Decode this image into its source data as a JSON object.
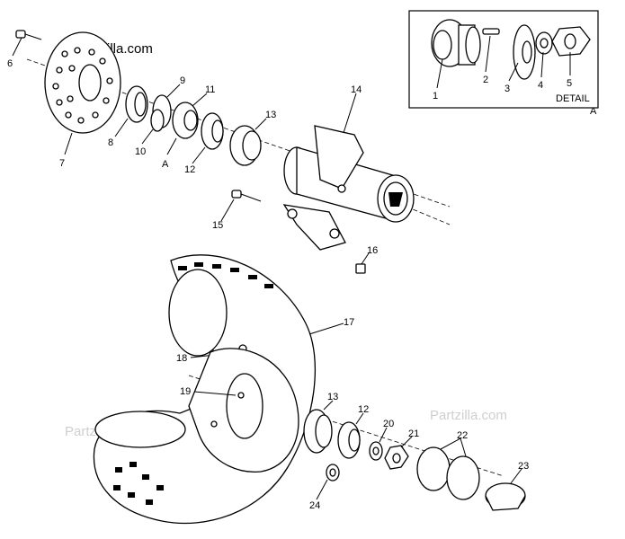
{
  "watermark": {
    "main": "Partzilla.com",
    "faint_left": "Partzilla.com",
    "faint_right": "Partzilla.com"
  },
  "detail": {
    "title": "DETAIL",
    "ref": "A"
  },
  "callouts": {
    "p1": "1",
    "p2": "2",
    "p3": "3",
    "p4": "4",
    "p5": "5",
    "p6": "6",
    "p7": "7",
    "p8": "8",
    "p9": "9",
    "p10": "10",
    "p11": "11",
    "pA": "A",
    "p12a": "12",
    "p13a": "13",
    "p14": "14",
    "p15": "15",
    "p16": "16",
    "p17": "17",
    "p18": "18",
    "p19": "19",
    "p13b": "13",
    "p12b": "12",
    "p20": "20",
    "p21": "21",
    "p22": "22",
    "p23": "23",
    "p24": "24"
  }
}
